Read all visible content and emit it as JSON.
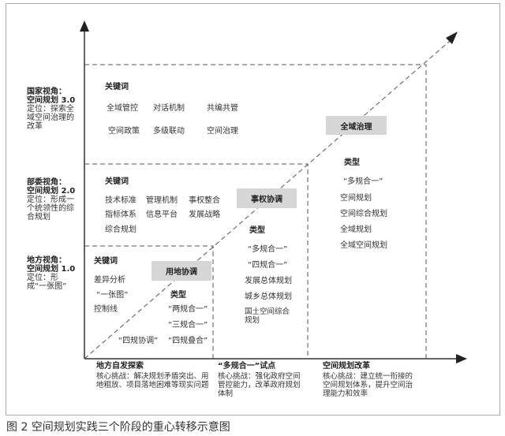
{
  "levels": [
    {
      "title": "国家视角：",
      "subtitle": "空间规划 3.0",
      "desc": "定位：探索全域空间治理的改革"
    },
    {
      "title": "部委视角：",
      "subtitle": "空间规划 2.0",
      "desc": "定位：形成一个统领性的综合规划"
    },
    {
      "title": "地方视角：",
      "subtitle": "空间规划 1.0",
      "desc": "定位：形成“一张图”"
    }
  ],
  "stage3": {
    "kw_title": "关键词",
    "keywords": [
      "全域管控",
      "对话机制",
      "共编共管",
      "空间政策",
      "多级联动",
      "空间治理"
    ],
    "focus": "全域治理",
    "type_title": "类型",
    "types": [
      "“多规合一”",
      "空间规划",
      "空间综合规划",
      "全域规划",
      "全域空间规划"
    ]
  },
  "stage2": {
    "kw_title": "关键词",
    "keywords": [
      "技术标准",
      "管理机制",
      "事权整合",
      "指标体系",
      "信息平台",
      "发展战略",
      "综合规划"
    ],
    "focus": "事权协调",
    "type_title": "类型",
    "types": [
      "“多规合一”",
      "“四规合一”",
      "发展总体规划",
      "城乡总体规划",
      "国土空间综合规划"
    ]
  },
  "stage1": {
    "kw_title": "关键词",
    "keywords": [
      "差异分析",
      "“一张图”",
      "控制线",
      "“四规协调”"
    ],
    "focus": "用地协调",
    "type_title": "类型",
    "types": [
      "“两规合一”",
      "“三规合一”",
      "“四规叠合”"
    ]
  },
  "phases": [
    {
      "title": "地方自发探索",
      "desc": "核心挑战：解决规划矛盾突出、用地粗放、项目落地困难等现实问题"
    },
    {
      "title": "“多规合一”试点",
      "desc": "核心挑战：强化政府空间管控能力，改革政府规划体制"
    },
    {
      "title": "空间规划改革",
      "desc": "核心挑战：建立统一衔接的空间规划体系，提升空间治理能力和效率"
    }
  ],
  "caption": "图 2 空间规划实践三个阶段的重心转移示意图"
}
